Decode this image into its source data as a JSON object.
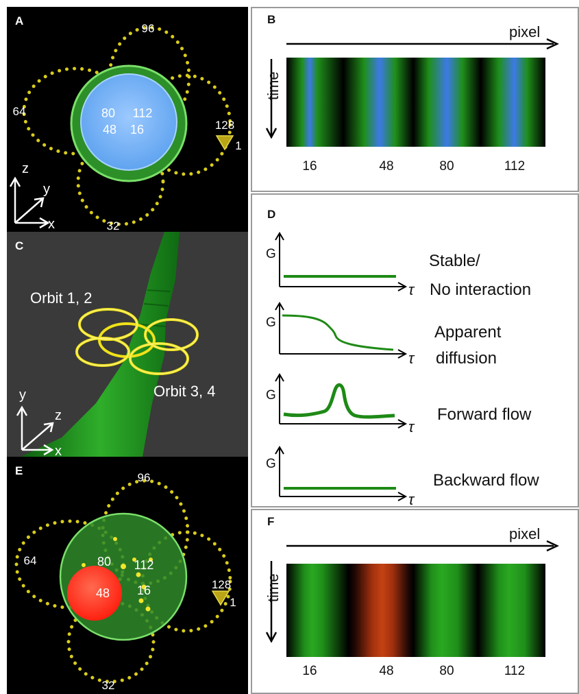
{
  "panel_a": {
    "label": "A",
    "orbit_numbers": {
      "top": "96",
      "left": "64",
      "bottom": "32",
      "right": "128",
      "marker": "1"
    },
    "cell_numbers": {
      "n80": "80",
      "n112": "112",
      "n48": "48",
      "n16": "16"
    },
    "axes": {
      "z": "z",
      "y": "y",
      "x": "x"
    }
  },
  "panel_b": {
    "label": "B",
    "x_axis": "pixel",
    "y_axis": "time",
    "ticks": [
      "16",
      "48",
      "80",
      "112"
    ]
  },
  "panel_c": {
    "label": "C",
    "orbit_label_1": "Orbit 1, 2",
    "orbit_label_2": "Orbit 3, 4",
    "axes": {
      "y": "y",
      "z": "z",
      "x": "x"
    }
  },
  "panel_d": {
    "label": "D",
    "y_label": "G",
    "x_label": "τ",
    "cases": [
      {
        "line1": "Stable/",
        "line2": "No interaction"
      },
      {
        "line1": "Apparent",
        "line2": "diffusion"
      },
      {
        "line1": "Forward flow",
        "line2": ""
      },
      {
        "line1": "Backward flow",
        "line2": ""
      }
    ]
  },
  "panel_e": {
    "label": "E",
    "orbit_numbers": {
      "top": "96",
      "left": "64",
      "bottom": "32",
      "right": "128",
      "marker": "1"
    },
    "cell_numbers": {
      "n80": "80",
      "n112": "112",
      "n48": "48",
      "n16": "16"
    }
  },
  "panel_f": {
    "label": "F",
    "x_axis": "pixel",
    "y_axis": "time",
    "ticks": [
      "16",
      "48",
      "80",
      "112"
    ]
  },
  "colors": {
    "green": "#1e8a16",
    "blue": "#3b73e0",
    "red": "#ff2a10",
    "yellow": "#e0d21a"
  }
}
